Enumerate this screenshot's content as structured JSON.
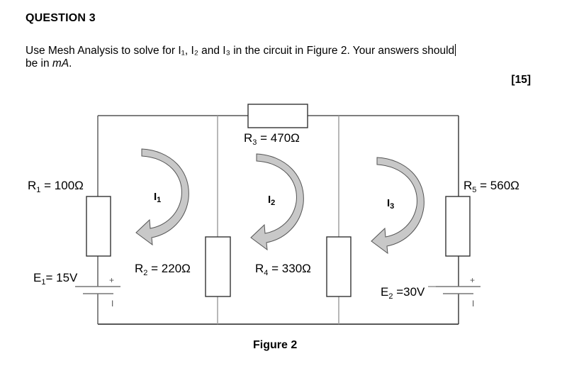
{
  "question": {
    "heading": "QUESTION 3",
    "prompt_part1": "Use Mesh Analysis to solve for I₁, I₂ and I₃ in the circuit in Figure 2. Your answers should",
    "prompt_part2": "be in ",
    "prompt_unit": "mA",
    "prompt_end": ".",
    "marks": "[15]"
  },
  "figure": {
    "caption": "Figure 2",
    "resistors": [
      {
        "id": "R1",
        "name": "R",
        "sub": "1",
        "value": " = 100Ω"
      },
      {
        "id": "R2",
        "name": "R",
        "sub": "2",
        "value": " = 220Ω"
      },
      {
        "id": "R3",
        "name": "R",
        "sub": "3",
        "value": " = 470Ω"
      },
      {
        "id": "R4",
        "name": "R",
        "sub": "4",
        "value": " = 330Ω"
      },
      {
        "id": "R5",
        "name": "R",
        "sub": "5",
        "value": " = 560Ω"
      }
    ],
    "sources": [
      {
        "id": "E1",
        "name": "E",
        "sub": "1",
        "value": "= 15V",
        "plus": "+",
        "minus": "I"
      },
      {
        "id": "E2",
        "name": "E",
        "sub": "2",
        "value": " =30V",
        "plus": "+",
        "minus": "I"
      }
    ],
    "mesh_currents": [
      {
        "id": "I1",
        "name": "I",
        "sub": "1",
        "direction": "clockwise"
      },
      {
        "id": "I2",
        "name": "I",
        "sub": "2",
        "direction": "clockwise"
      },
      {
        "id": "I3",
        "name": "I",
        "sub": "3",
        "direction": "clockwise"
      }
    ],
    "colors": {
      "wire": "#444444",
      "branch_wire": "#9a9a9a",
      "arrow_fill": "#c8c8c8",
      "arrow_stroke": "#555555"
    }
  }
}
